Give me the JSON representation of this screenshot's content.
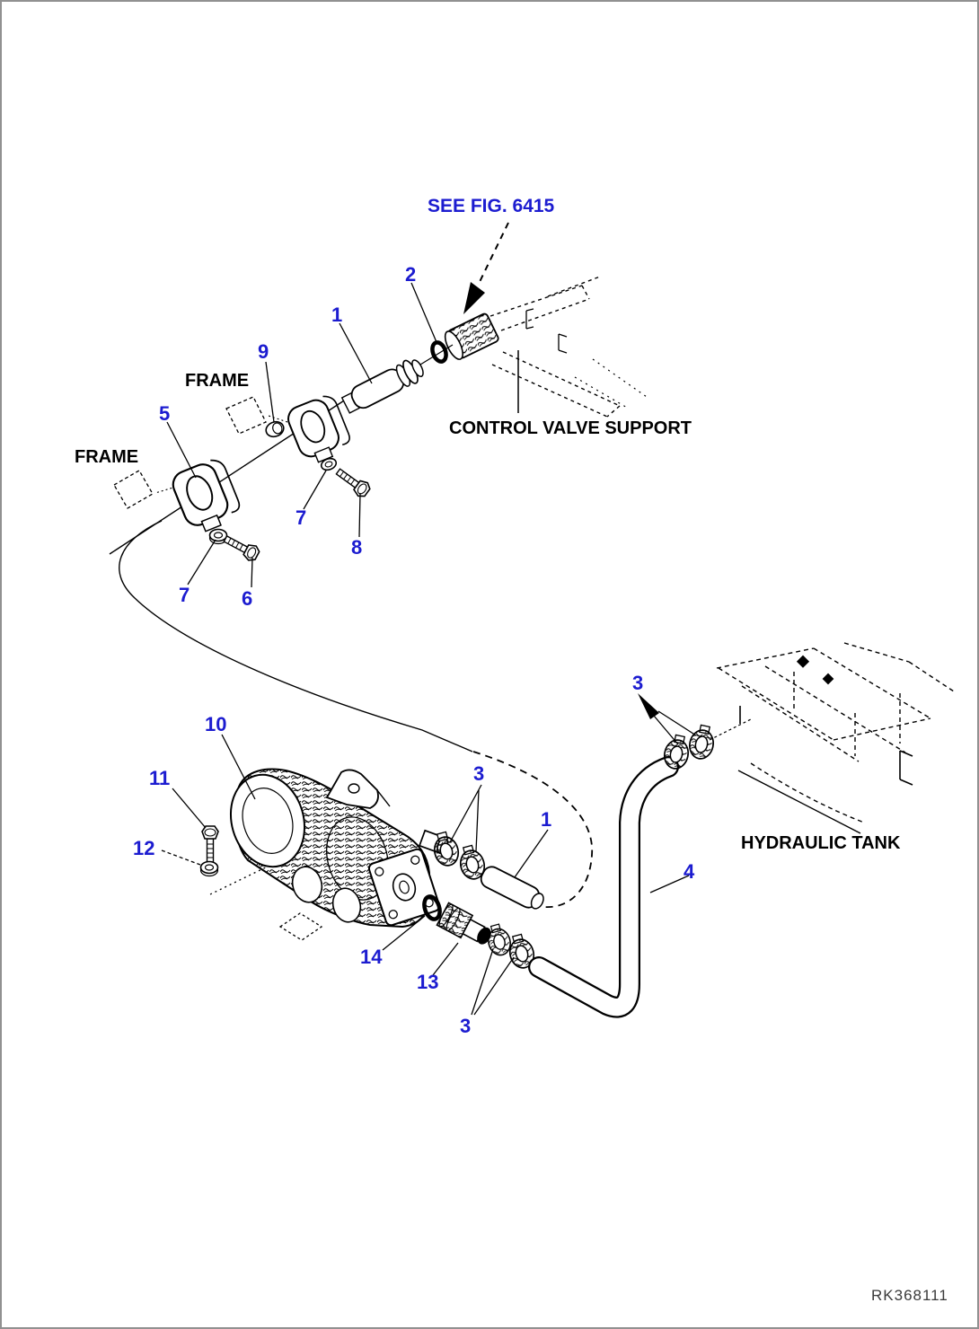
{
  "page": {
    "background": "#ffffff",
    "border_color": "#919191"
  },
  "figure": {
    "see_fig_note": "SEE FIG. 6415",
    "frame_label_top": "FRAME",
    "frame_label_left": "FRAME",
    "control_valve_support_label": "CONTROL VALVE SUPPORT",
    "hydraulic_tank_label": "HYDRAULIC TANK",
    "drawing_code": "RK368111",
    "accent_color": "#1c1cd0",
    "line_color": "#000000"
  },
  "callouts": [
    {
      "part": "2"
    },
    {
      "part": "1"
    },
    {
      "part": "9"
    },
    {
      "part": "5"
    },
    {
      "part": "7"
    },
    {
      "part": "8"
    },
    {
      "part": "7"
    },
    {
      "part": "6"
    },
    {
      "part": "3"
    },
    {
      "part": "10"
    },
    {
      "part": "11"
    },
    {
      "part": "3"
    },
    {
      "part": "1"
    },
    {
      "part": "12"
    },
    {
      "part": "4"
    },
    {
      "part": "14"
    },
    {
      "part": "13"
    },
    {
      "part": "3"
    }
  ]
}
